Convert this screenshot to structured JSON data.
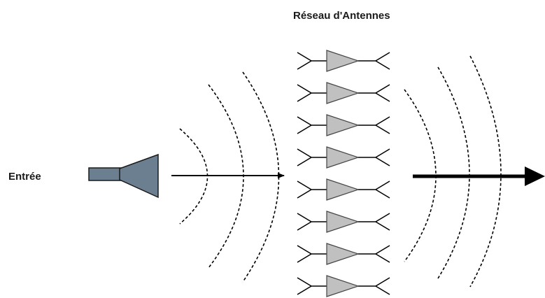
{
  "diagram": {
    "title": "Réseau d'Antennes",
    "input_label": "Entrée",
    "horn_color": "#6b7f91",
    "amplifier_color": "#c0c0c0",
    "line_color": "#000000",
    "antenna_element_count": 8,
    "incoming_wavefront_count": 3,
    "outgoing_wavefront_count": 3
  }
}
